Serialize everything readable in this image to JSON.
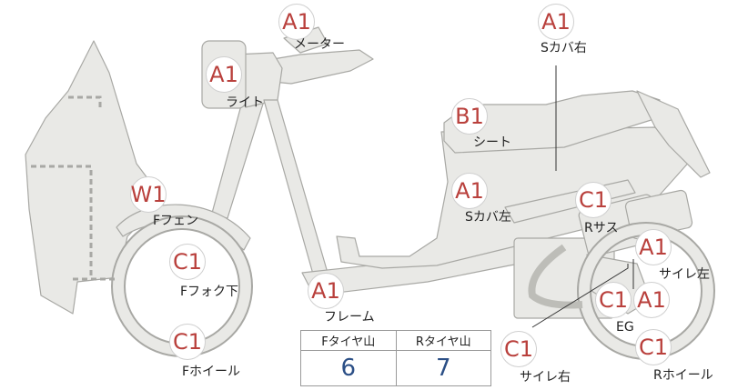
{
  "colors": {
    "grade": "#b9403c",
    "part_fill": "#e9e9e6",
    "part_stroke": "#a8a8a4",
    "value": "#2b4f86"
  },
  "parts": [
    {
      "id": "meter",
      "grade": "A1",
      "label": "メーター"
    },
    {
      "id": "light",
      "grade": "A1",
      "label": "ライト"
    },
    {
      "id": "s-cover-right",
      "grade": "A1",
      "label": "Sカバ右"
    },
    {
      "id": "seat",
      "grade": "B1",
      "label": "シート"
    },
    {
      "id": "s-cover-left",
      "grade": "A1",
      "label": "Sカバ左"
    },
    {
      "id": "f-fender",
      "grade": "W1",
      "label": "Fフェン"
    },
    {
      "id": "r-suspension",
      "grade": "C1",
      "label": "Rサス"
    },
    {
      "id": "f-fork-lower",
      "grade": "C1",
      "label": "Fフォク下"
    },
    {
      "id": "muffler-left",
      "grade": "A1",
      "label": "サイレ左"
    },
    {
      "id": "frame",
      "grade": "A1",
      "label": "フレーム"
    },
    {
      "id": "engine",
      "grade": "C1",
      "grade_2": "A1",
      "label": "EG"
    },
    {
      "id": "f-wheel",
      "grade": "C1",
      "label": "Fホイール"
    },
    {
      "id": "muffler-right",
      "grade": "C1",
      "label": "サイレ右"
    },
    {
      "id": "r-wheel",
      "grade": "C1",
      "label": "Rホイール"
    }
  ],
  "tread": {
    "front_header": "Fタイヤ山",
    "rear_header": "Rタイヤ山",
    "front_value": "6",
    "rear_value": "7"
  }
}
